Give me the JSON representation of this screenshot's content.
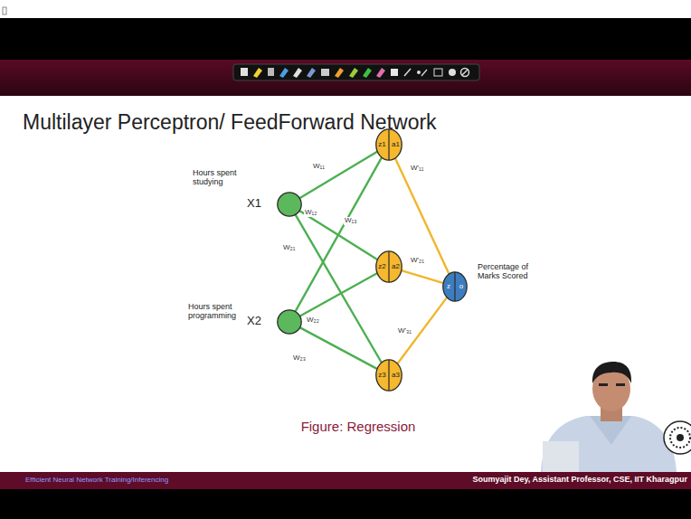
{
  "diagram": {
    "title": "Multilayer Perceptron/ FeedForward Network",
    "caption": "Figure: Regression",
    "nodes": [
      {
        "text": [
          "Hours spent studying",
          "X1"
        ]
      },
      {
        "text": [
          "Hours spent programming",
          "X2"
        ]
      },
      {
        "text": [
          "z1",
          "a1"
        ]
      },
      {
        "text": [
          "z2",
          "a2"
        ]
      },
      {
        "text": [
          "z3",
          "a3"
        ]
      },
      {
        "text": [
          "z",
          "o",
          "Percentage of Marks Scored"
        ]
      }
    ],
    "edges": [
      {
        "from": 0,
        "to": 2,
        "arrow": "none",
        "label": "W₁₁"
      },
      {
        "from": 0,
        "to": 3,
        "arrow": "none",
        "label": "W₁₂"
      },
      {
        "from": 0,
        "to": 4,
        "arrow": "none",
        "label": "W₁₃"
      },
      {
        "from": 1,
        "to": 2,
        "arrow": "none",
        "label": "W₂₁"
      },
      {
        "from": 1,
        "to": 3,
        "arrow": "none",
        "label": "W₂₂"
      },
      {
        "from": 1,
        "to": 4,
        "arrow": "none",
        "label": "W₂₃"
      },
      {
        "from": 2,
        "to": 5,
        "arrow": "none",
        "label": "W'₁₁"
      },
      {
        "from": 3,
        "to": 5,
        "arrow": "none",
        "label": "W'₂₁"
      },
      {
        "from": 4,
        "to": 5,
        "arrow": "none",
        "label": "W'₃₁"
      }
    ],
    "labels": [
      "Efficient Neural Network Training/Inferencing",
      "Soumyajit Dey, Assistant Professor, CSE, IIT Kharagpur"
    ]
  }
}
